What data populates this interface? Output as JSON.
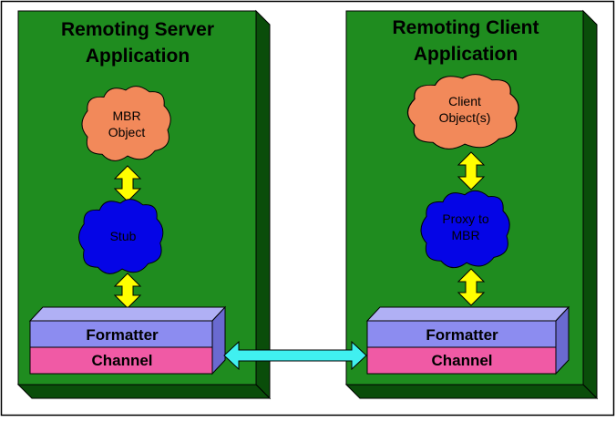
{
  "server": {
    "title_line1": "Remoting Server",
    "title_line2": "Application",
    "object_line1": "MBR",
    "object_line2": "Object",
    "stub_label": "Stub",
    "formatter_label": "Formatter",
    "channel_label": "Channel"
  },
  "client": {
    "title_line1": "Remoting Client",
    "title_line2": "Application",
    "object_line1": "Client",
    "object_line2": "Object(s)",
    "proxy_line1": "Proxy to",
    "proxy_line2": "MBR",
    "formatter_label": "Formatter",
    "channel_label": "Channel"
  },
  "colors": {
    "app_face": "#1f8c1f",
    "app_side": "#0a4d0a",
    "object_cloud": "#f2895a",
    "stub_cloud": "#0505e6",
    "formatter": "#8c8cf0",
    "channel": "#f05aa5",
    "vertical_arrow": "#ffff00",
    "link_arrow": "#40f0f0"
  }
}
